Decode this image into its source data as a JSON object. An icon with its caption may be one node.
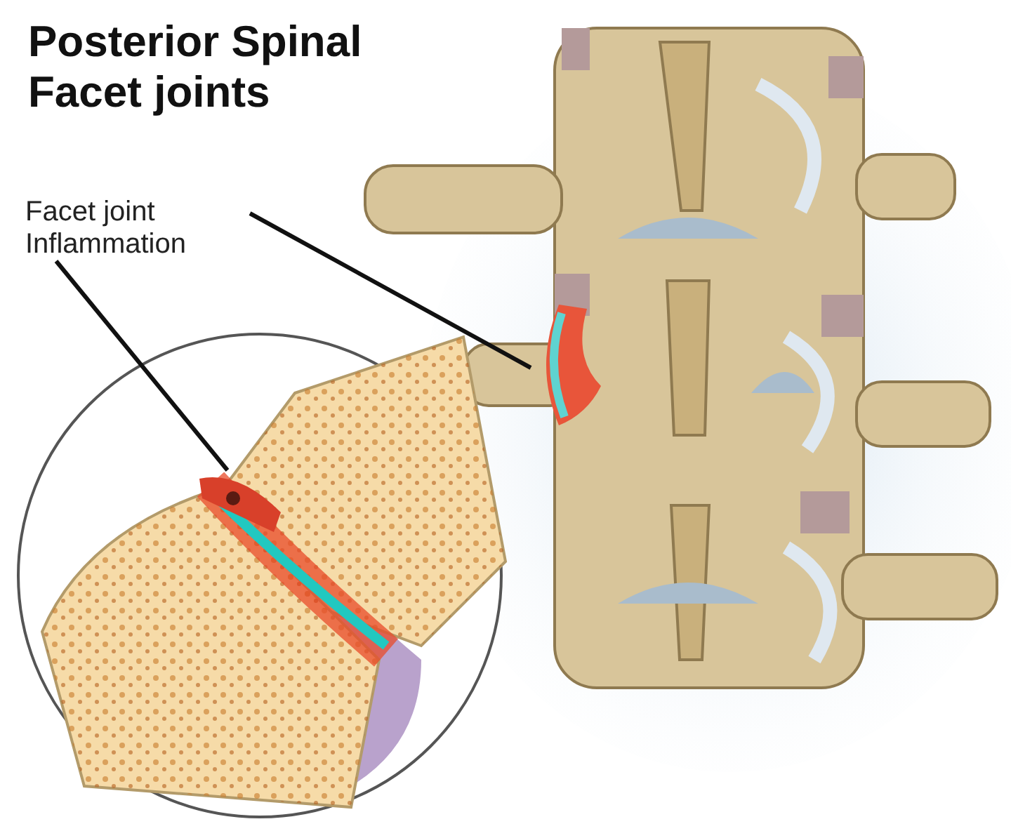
{
  "diagram": {
    "title": "Posterior Spinal Facet joints",
    "nodes": [
      {
        "text": [
          "Facet joint Inflammation"
        ]
      },
      {
        "text": [],
        "shape": "picture"
      },
      {
        "text": [],
        "shape": "picture"
      }
    ],
    "edges": [
      {
        "from": 0,
        "to": 1,
        "arrow": "none"
      },
      {
        "from": 0,
        "to": 2,
        "arrow": "none"
      }
    ]
  }
}
